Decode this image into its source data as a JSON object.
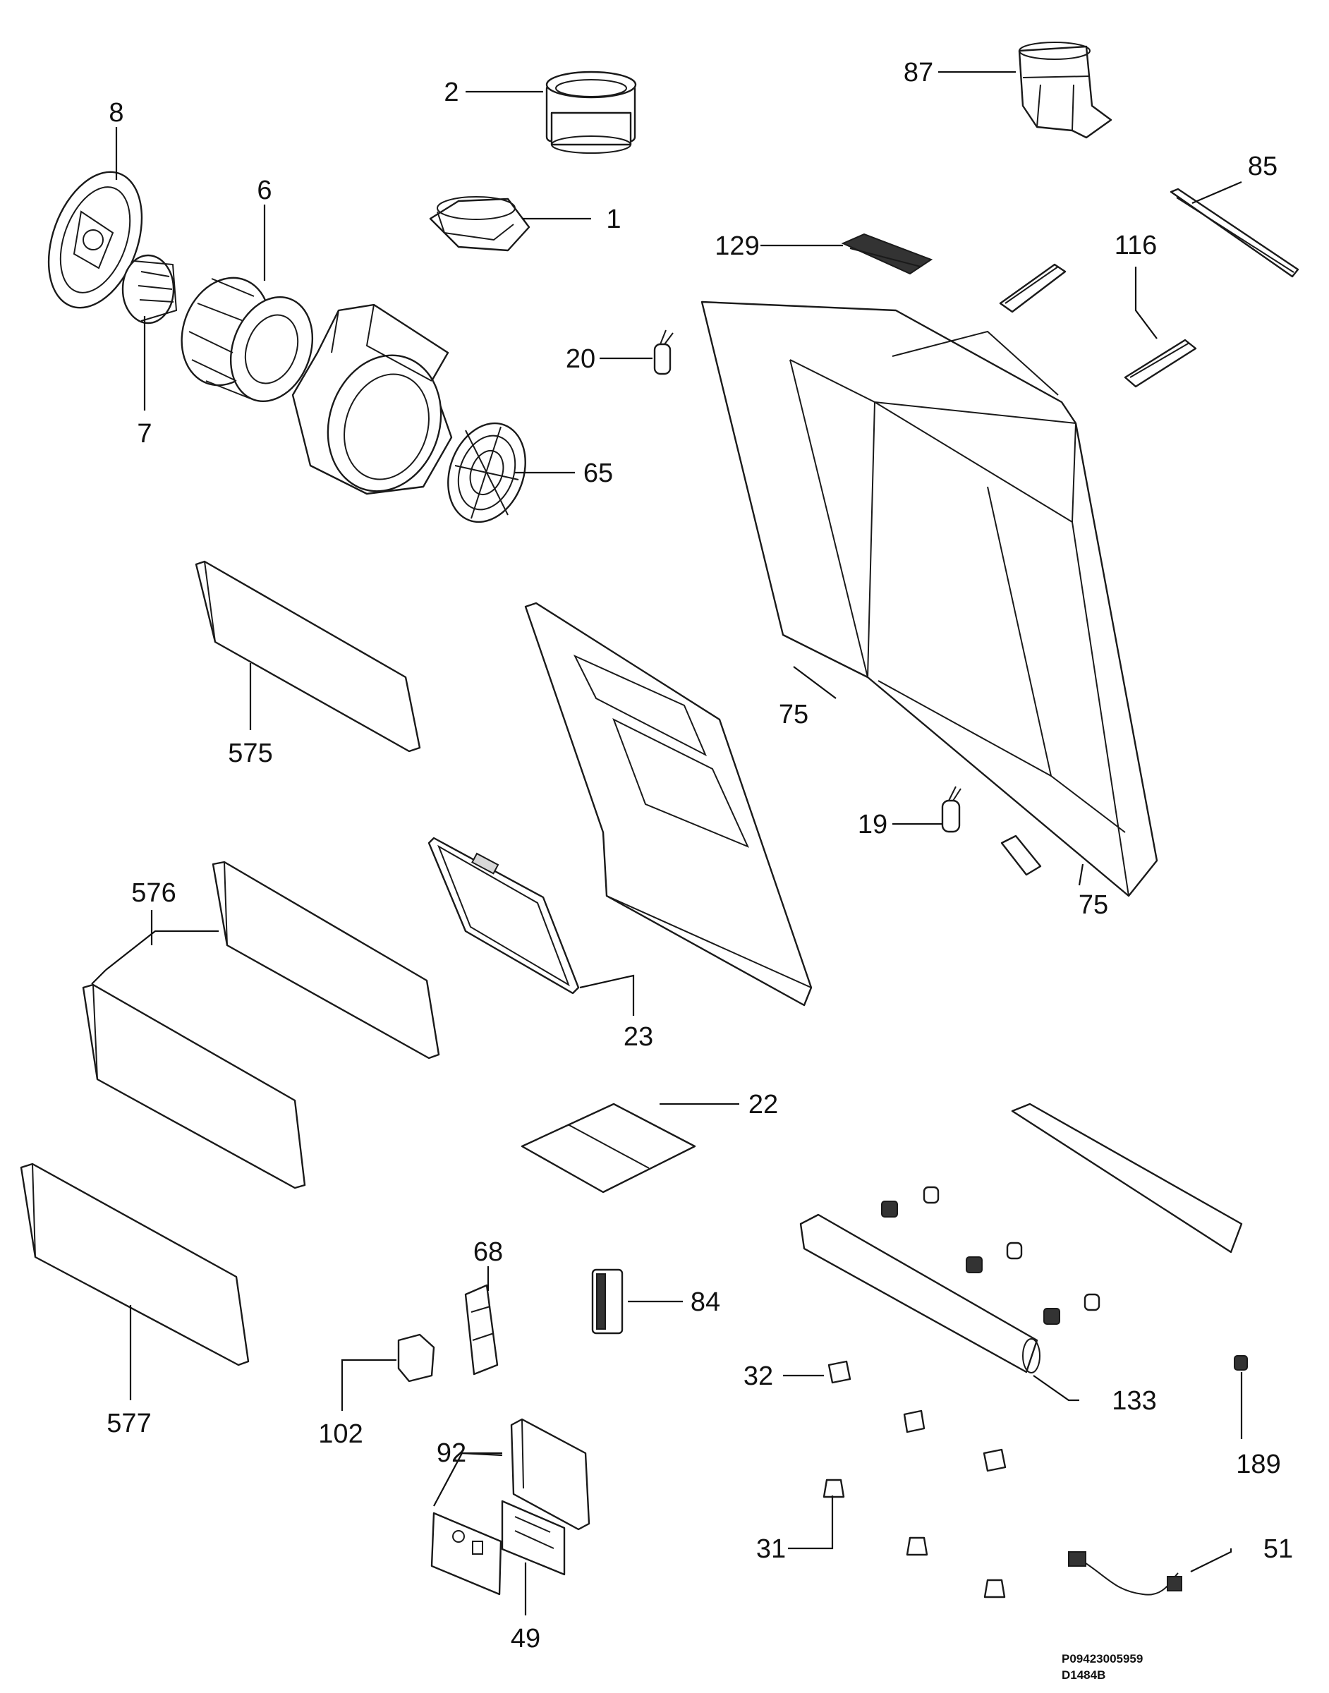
{
  "callouts": [
    {
      "id": "2",
      "text": "2"
    },
    {
      "id": "87",
      "text": "87"
    },
    {
      "id": "8",
      "text": "8"
    },
    {
      "id": "6",
      "text": "6"
    },
    {
      "id": "1",
      "text": "1"
    },
    {
      "id": "85",
      "text": "85"
    },
    {
      "id": "129",
      "text": "129"
    },
    {
      "id": "116",
      "text": "116"
    },
    {
      "id": "7",
      "text": "7"
    },
    {
      "id": "20",
      "text": "20"
    },
    {
      "id": "65",
      "text": "65"
    },
    {
      "id": "575",
      "text": "575"
    },
    {
      "id": "75a",
      "text": "75"
    },
    {
      "id": "19",
      "text": "19"
    },
    {
      "id": "75b",
      "text": "75"
    },
    {
      "id": "576",
      "text": "576"
    },
    {
      "id": "23",
      "text": "23"
    },
    {
      "id": "22",
      "text": "22"
    },
    {
      "id": "68",
      "text": "68"
    },
    {
      "id": "84",
      "text": "84"
    },
    {
      "id": "577",
      "text": "577"
    },
    {
      "id": "102",
      "text": "102"
    },
    {
      "id": "32",
      "text": "32"
    },
    {
      "id": "133",
      "text": "133"
    },
    {
      "id": "189",
      "text": "189"
    },
    {
      "id": "92",
      "text": "92"
    },
    {
      "id": "31",
      "text": "31"
    },
    {
      "id": "51",
      "text": "51"
    },
    {
      "id": "49",
      "text": "49"
    }
  ],
  "drawing_codes": {
    "line1": "P09423005959",
    "line2": "D1484B"
  }
}
